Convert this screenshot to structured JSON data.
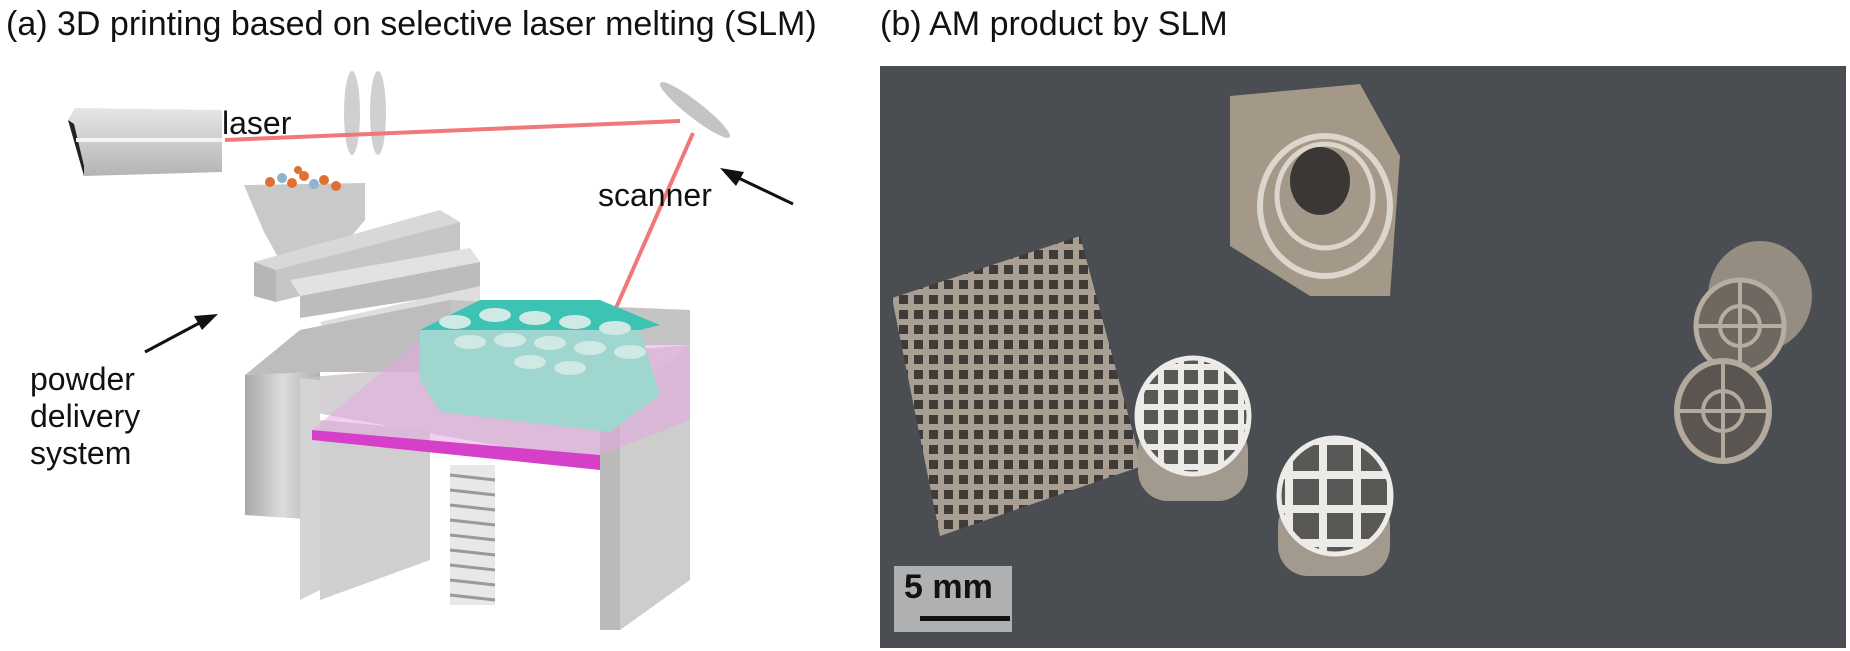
{
  "panel_a": {
    "title": "(a) 3D printing based on selective laser melting (SLM)",
    "labels": {
      "laser": "laser",
      "scanner": "scanner",
      "powder_1": "powder",
      "powder_2": "delivery",
      "powder_3": "system"
    },
    "colors": {
      "laser_beam": "#f07878",
      "platform": "#d63fc8",
      "part": "#3cc3b4",
      "machine_gray": "#c8c8c8"
    }
  },
  "panel_b": {
    "title": "(b) AM product by SLM",
    "scale_bar": {
      "label": "5 mm"
    },
    "colors": {
      "background": "#4a4d52",
      "metal": "#b8aea0"
    }
  }
}
